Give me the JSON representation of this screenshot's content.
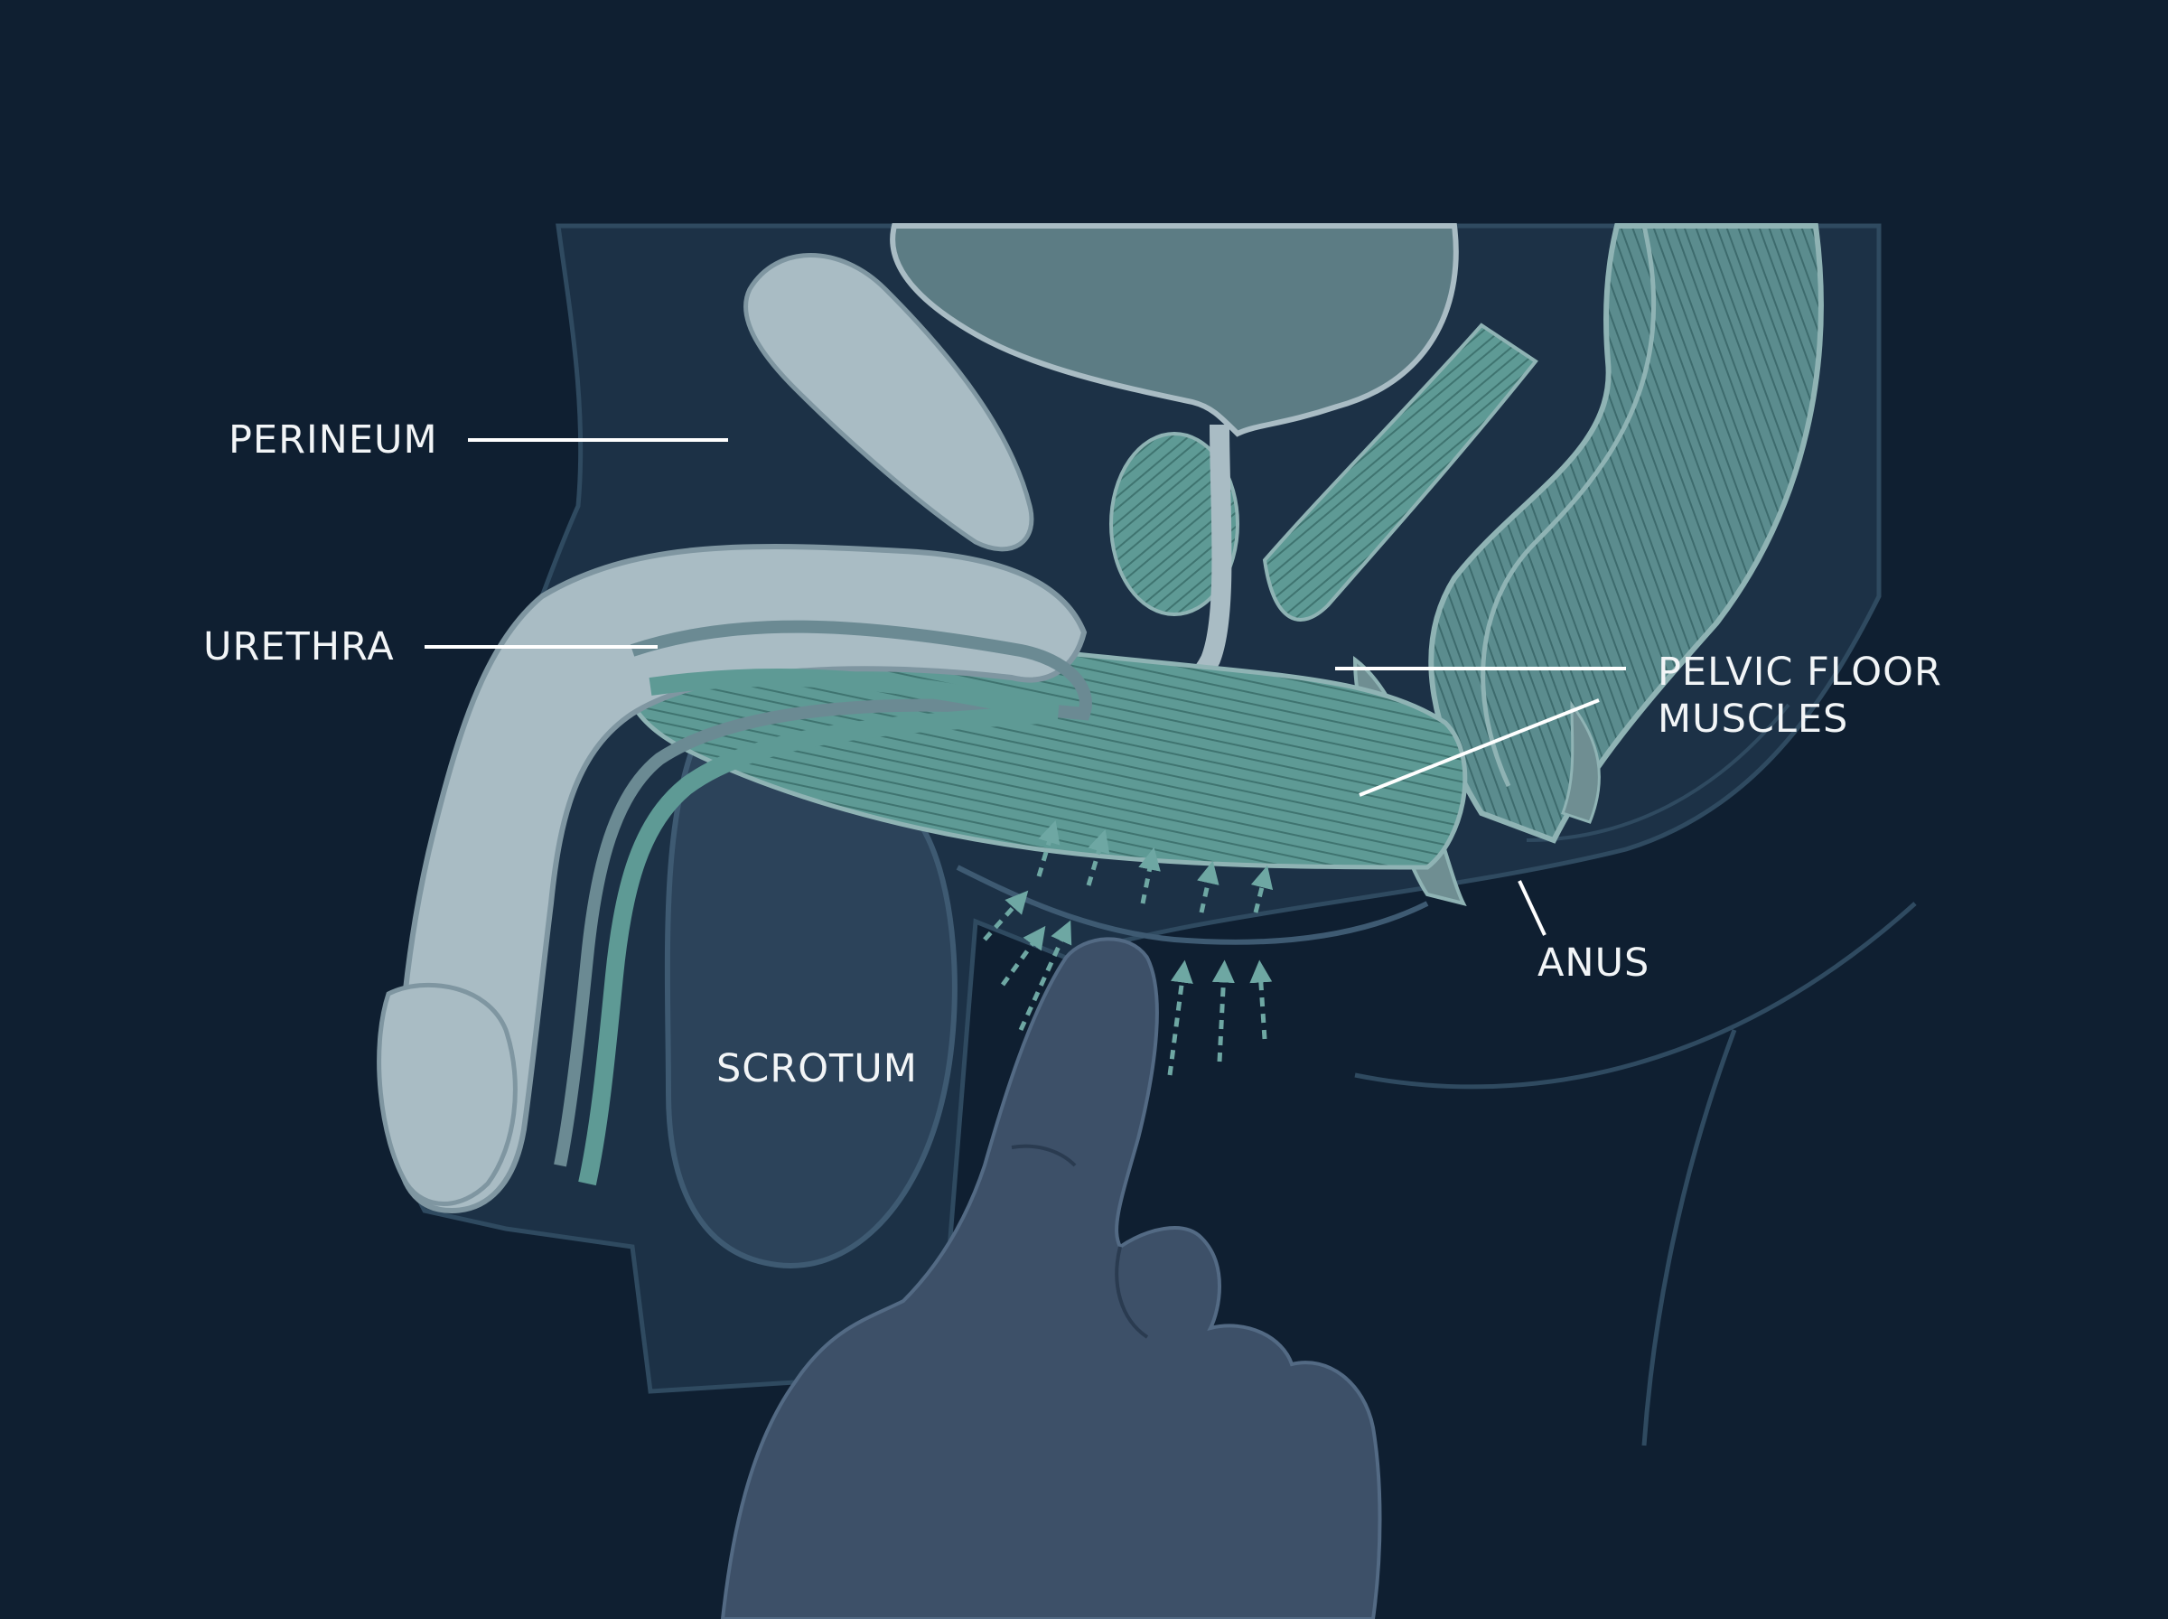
{
  "diagram": {
    "labels": {
      "perineum": "PERINEUM",
      "urethra": "URETHRA",
      "pelvic_floor_line1": "PELVIC FLOOR",
      "pelvic_floor_line2": "MUSCLES",
      "anus": "ANUS",
      "scrotum": "SCROTUM"
    },
    "colors": {
      "background": "#0f1f31",
      "body_tissue": "#1c3146",
      "bone": "#a9bcc4",
      "muscle": "#5e9a95",
      "bladder": "#5c7c84",
      "scrotum": "#2c435a",
      "hand": "#3d5068",
      "leader_line": "#ffffff",
      "arrow": "#6ea7a3"
    },
    "icons": [
      "finger-hand",
      "pressure-arrow"
    ]
  }
}
